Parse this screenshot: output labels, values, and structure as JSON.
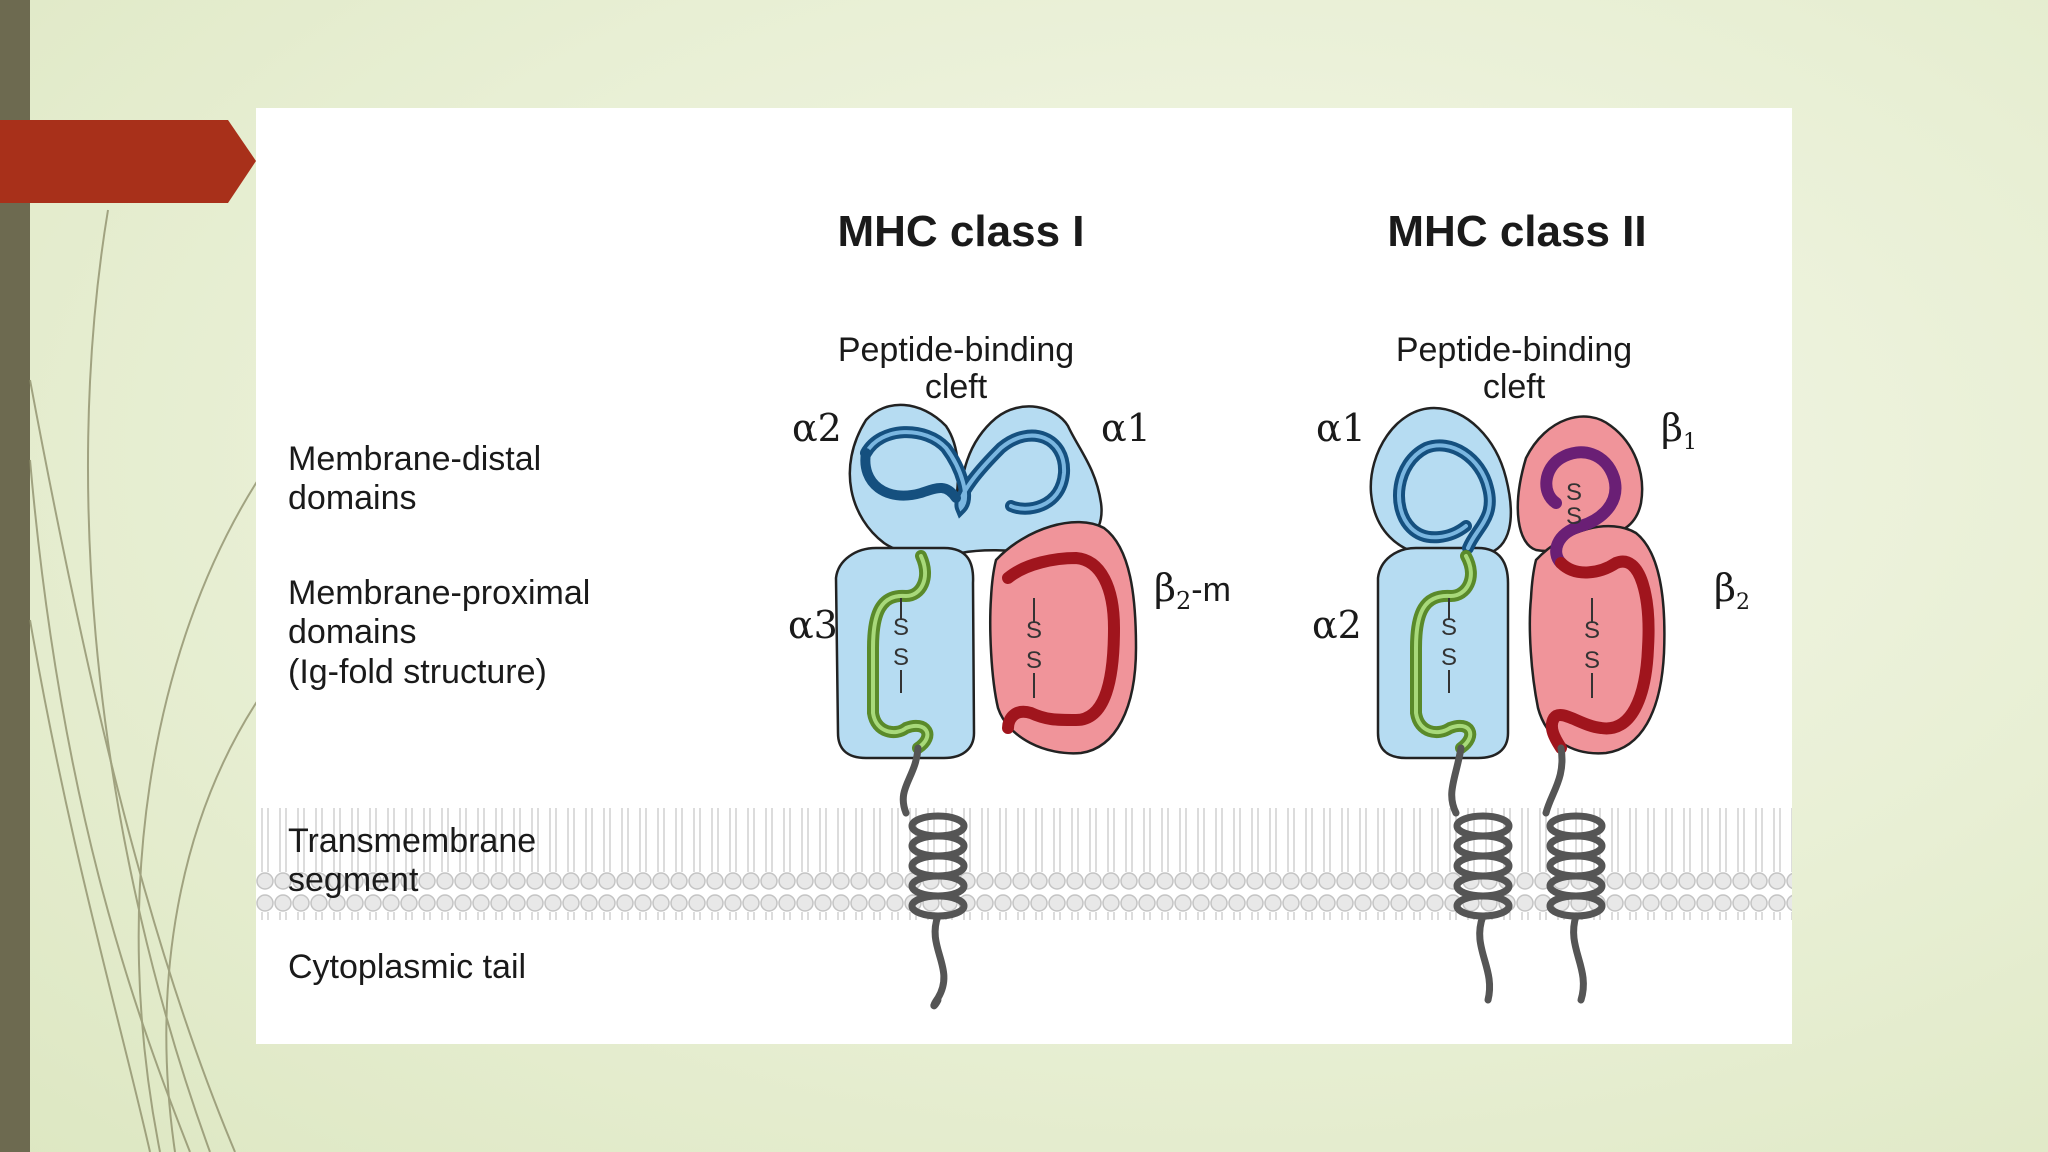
{
  "slide": {
    "accent_color": "#a8301a",
    "sidebar_color": "#6d6a50"
  },
  "figure": {
    "class1_title": "MHC class I",
    "class2_title": "MHC class II",
    "class1_cleft_line1": "Peptide-binding",
    "class1_cleft_line2": "cleft",
    "class2_cleft_line1": "Peptide-binding",
    "class2_cleft_line2": "cleft",
    "row_labels": {
      "distal_line1": "Membrane-distal",
      "distal_line2": "domains",
      "proximal_line1": "Membrane-proximal",
      "proximal_line2": "domains",
      "proximal_line3": "(Ig-fold structure)",
      "transmembrane_line1": "Transmembrane",
      "transmembrane_line2": "segment",
      "cytoplasmic": "Cytoplasmic tail"
    },
    "class1_domains": {
      "a2": "α2",
      "a1": "α1",
      "a3": "α3",
      "b2m_beta": "β",
      "b2m_sub": "2",
      "b2m_rest": "-m"
    },
    "class2_domains": {
      "a1": "α1",
      "b1_beta": "β",
      "b1_sub": "1",
      "a2": "α2",
      "b2_beta": "β",
      "b2_sub": "2"
    },
    "disulfide_label": "S",
    "colors": {
      "alpha_fill": "#b6dcf2",
      "beta_fill": "#f0949a",
      "blue_strand": "#1d5f96",
      "green_strand": "#7cb342",
      "red_strand": "#c0202a",
      "purple_strand": "#7b2a86",
      "helix": "#555555",
      "membrane": "#cfcfcf"
    }
  }
}
